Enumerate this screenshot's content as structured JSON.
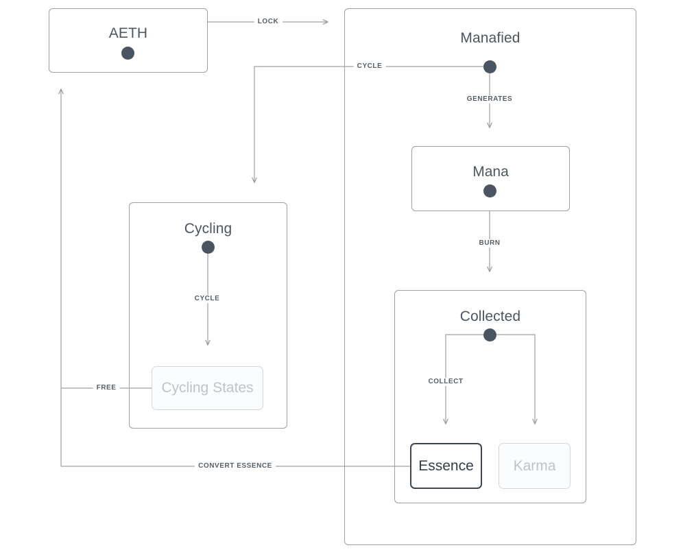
{
  "diagram": {
    "title_group_left": "AETH",
    "groups": [
      {
        "name": "aeth",
        "label": "AETH"
      },
      {
        "name": "manafied",
        "label": "Manafied"
      },
      {
        "name": "cycling",
        "label": "Cycling"
      },
      {
        "name": "mana",
        "label": "Mana"
      },
      {
        "name": "collected",
        "label": "Collected"
      }
    ],
    "nodes": {
      "aeth": "AETH",
      "manafied": "Manafied",
      "mana": "Mana",
      "cycling": "Cycling",
      "collected": "Collected",
      "cycling_states": "Cycling States",
      "essence": "Essence",
      "karma": "Karma"
    },
    "edges": [
      {
        "name": "lock",
        "label": "LOCK",
        "from": "aeth",
        "to": "manafied"
      },
      {
        "name": "cycle-top",
        "label": "CYCLE",
        "from": "manafied",
        "to": "cycling"
      },
      {
        "name": "generates",
        "label": "GENERATES",
        "from": "manafied",
        "to": "mana"
      },
      {
        "name": "burn",
        "label": "BURN",
        "from": "mana",
        "to": "collected"
      },
      {
        "name": "collect",
        "label": "COLLECT",
        "from": "collected",
        "to": "essence"
      },
      {
        "name": "cycle-inner",
        "label": "CYCLE",
        "from": "cycling",
        "to": "cycling-states"
      },
      {
        "name": "free",
        "label": "FREE",
        "from": "cycling-states",
        "to": "aeth"
      },
      {
        "name": "convert-essence",
        "label": "CONVERT ESSENCE",
        "from": "essence",
        "to": "aeth"
      }
    ],
    "colors": {
      "stroke": "#9aa0a6",
      "dot": "#4a5561",
      "text": "#4c5560",
      "active_border": "#3c4450",
      "muted_border": "#d3d7dc",
      "muted_text": "#bdc3ca",
      "muted_fill": "#fbfcfd",
      "background": "#ffffff"
    },
    "states": {
      "essence": "active",
      "karma": "muted",
      "cycling_states": "muted"
    }
  }
}
